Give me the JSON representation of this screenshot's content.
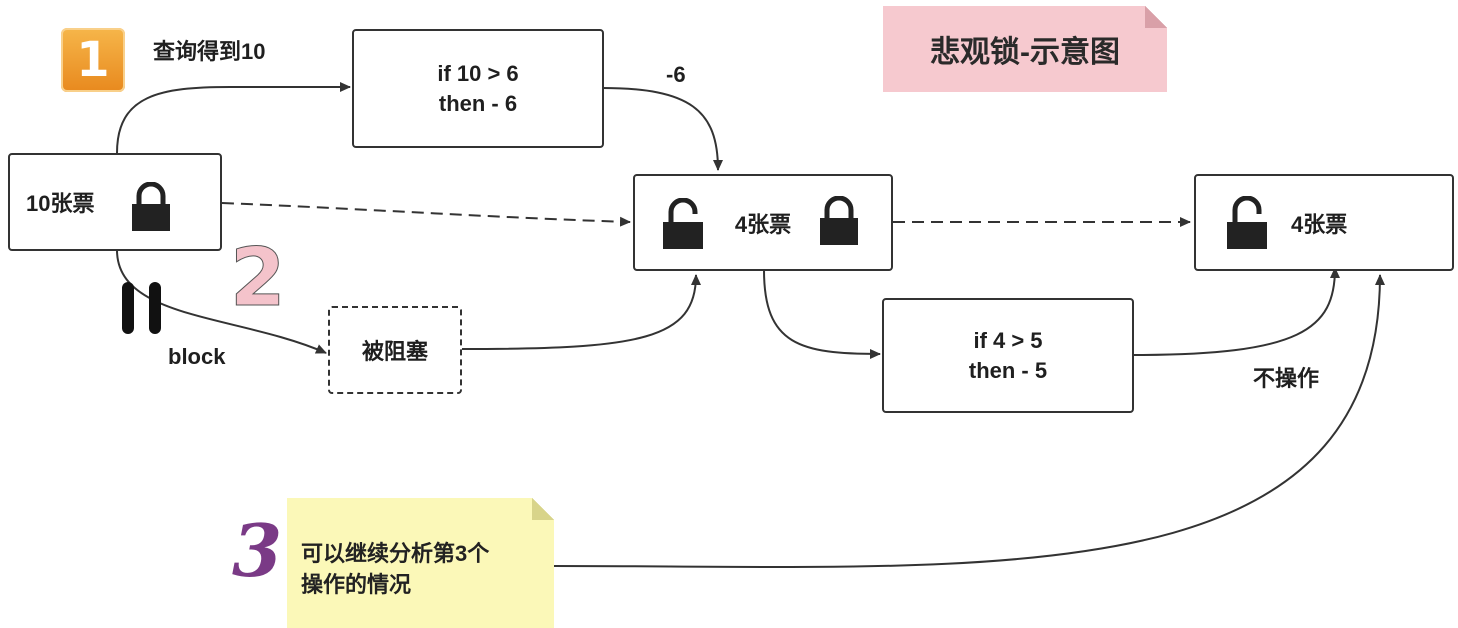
{
  "title": "悲观锁-示意图",
  "labels": {
    "query": "查询得到10",
    "minus6": "-6",
    "block": "block",
    "no_op": "不操作"
  },
  "boxes": {
    "tickets10": "10张票",
    "if10_line1": "if 10 > 6",
    "if10_line2": "then - 6",
    "tickets4_mid": "4张票",
    "blocked": "被阻塞",
    "if4_line1": "if 4 > 5",
    "if4_line2": "then - 5",
    "tickets4_right": "4张票"
  },
  "badges": {
    "one": "1",
    "two": "2",
    "three": "3"
  },
  "note": {
    "line1": "可以继续分析第3个",
    "line2": "操作的情况"
  },
  "icons": [
    "lock-closed-icon",
    "lock-open-icon",
    "pause-icon"
  ],
  "colors": {
    "title_note": "#f6c9cf",
    "yellow_note": "#fbf8b8",
    "badge_orange": "#ee9b2c",
    "digit2_pink": "#f4c3cb",
    "digit3_purple": "#7a3a86"
  }
}
